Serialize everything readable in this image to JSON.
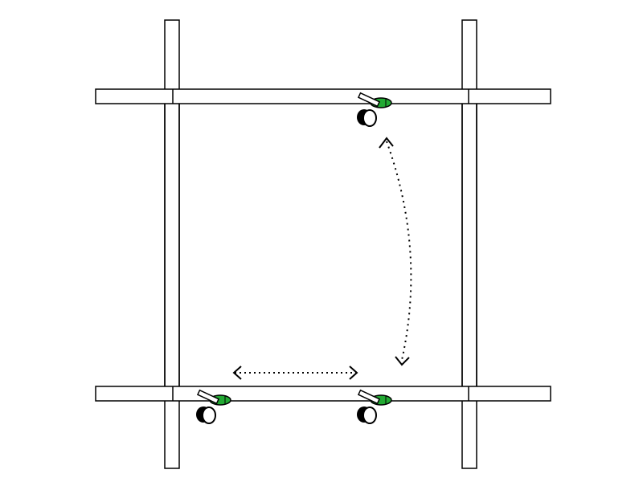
{
  "diagram": {
    "structure": "truss-grid",
    "colors": {
      "beam_stroke": "#000000",
      "beam_fill": "#ffffff",
      "camera_accent": "#22aa33"
    },
    "cameras": [
      {
        "id": "camera-top",
        "icon": "camera-icon"
      },
      {
        "id": "camera-bottom-left",
        "icon": "camera-icon"
      },
      {
        "id": "camera-bottom-right",
        "icon": "camera-icon"
      }
    ],
    "motions": [
      {
        "id": "horizontal-pan",
        "icon": "double-arrow-icon",
        "style": "dotted"
      },
      {
        "id": "vertical-curve",
        "icon": "curved-double-arrow-icon",
        "style": "dotted"
      }
    ]
  }
}
